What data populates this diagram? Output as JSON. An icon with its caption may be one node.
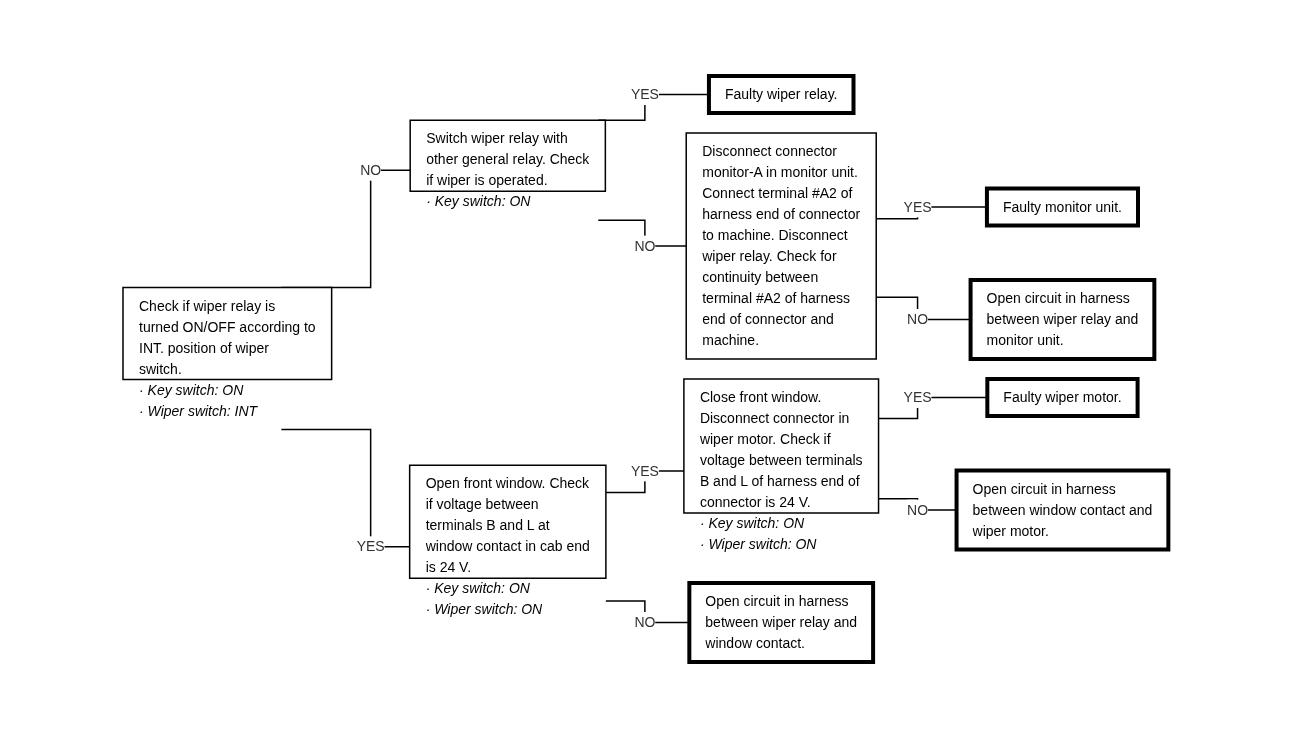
{
  "diagram": {
    "nodes": [
      {
        "text": [
          "Check if wiper relay is turned ON/OFF according to INT. position of wiper switch."
        ],
        "beside": [
          "· Key switch: ON",
          "· Wiper switch: INT"
        ]
      },
      {
        "text": [
          "Switch wiper relay with other general relay. Check if wiper is operated."
        ],
        "beside": [
          "· Key switch: ON"
        ]
      },
      {
        "text": [
          "Open front window. Check if voltage between terminals B and L at window contact in cab end is 24 V."
        ],
        "beside": [
          "· Key switch: ON",
          "· Wiper switch: ON"
        ]
      },
      {
        "text": [
          "Faulty wiper relay."
        ]
      },
      {
        "text": [
          "Disconnect connector monitor-A in monitor unit. Connect terminal #A2 of harness end of connector to machine. Disconnect wiper relay. Check for continuity between terminal #A2 of harness end of connector and machine."
        ]
      },
      {
        "text": [
          "Faulty monitor unit."
        ]
      },
      {
        "text": [
          "Open circuit in harness between wiper relay and monitor unit."
        ]
      },
      {
        "text": [
          "Close front window. Disconnect connector in wiper motor. Check if voltage between terminals B and L of harness end of connector is 24 V."
        ],
        "beside": [
          "· Key switch: ON",
          "· Wiper switch: ON"
        ]
      },
      {
        "text": [
          "Faulty wiper motor."
        ]
      },
      {
        "text": [
          "Open circuit in harness between window contact and wiper motor."
        ]
      },
      {
        "text": [
          "Open circuit in harness between wiper relay and window contact."
        ]
      }
    ],
    "edges": [
      {
        "from": 0,
        "to": 1,
        "arrow": "none",
        "label": "NO"
      },
      {
        "from": 0,
        "to": 2,
        "arrow": "none",
        "label": "YES"
      },
      {
        "from": 1,
        "to": 3,
        "arrow": "none",
        "label": "YES"
      },
      {
        "from": 1,
        "to": 4,
        "arrow": "none",
        "label": "NO"
      },
      {
        "from": 4,
        "to": 5,
        "arrow": "none",
        "label": "YES"
      },
      {
        "from": 4,
        "to": 6,
        "arrow": "none",
        "label": "NO"
      },
      {
        "from": 2,
        "to": 7,
        "arrow": "none",
        "label": "YES"
      },
      {
        "from": 2,
        "to": 10,
        "arrow": "none",
        "label": "NO"
      },
      {
        "from": 7,
        "to": 8,
        "arrow": "none",
        "label": "YES"
      },
      {
        "from": 7,
        "to": 9,
        "arrow": "none",
        "label": "NO"
      }
    ]
  }
}
